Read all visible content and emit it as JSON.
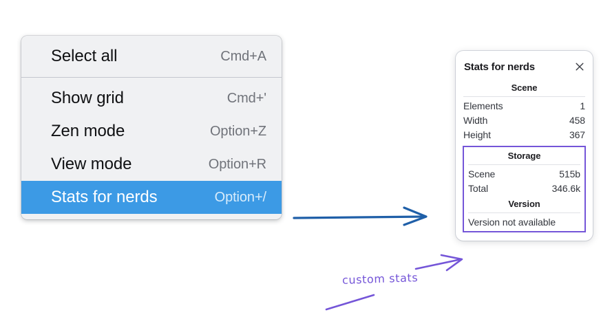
{
  "menu": {
    "groups": [
      {
        "items": [
          {
            "label": "Select all",
            "shortcut": "Cmd+A",
            "selected": false
          }
        ]
      },
      {
        "items": [
          {
            "label": "Show grid",
            "shortcut": "Cmd+'",
            "selected": false
          },
          {
            "label": "Zen mode",
            "shortcut": "Option+Z",
            "selected": false
          },
          {
            "label": "View mode",
            "shortcut": "Option+R",
            "selected": false
          },
          {
            "label": "Stats for nerds",
            "shortcut": "Option+/",
            "selected": true
          }
        ]
      }
    ]
  },
  "stats_panel": {
    "title": "Stats for nerds",
    "close_icon": "close-icon",
    "sections": [
      {
        "heading": "Scene",
        "rows": [
          {
            "key": "Elements",
            "value": "1"
          },
          {
            "key": "Width",
            "value": "458"
          },
          {
            "key": "Height",
            "value": "367"
          }
        ]
      },
      {
        "heading": "Storage",
        "rows": [
          {
            "key": "Scene",
            "value": "515b"
          },
          {
            "key": "Total",
            "value": "346.6k"
          }
        ]
      },
      {
        "heading": "Version",
        "note": "Version not available"
      }
    ]
  },
  "annotations": {
    "handwritten_label": "custom stats",
    "flow_arrow_color": "#1f5fa8",
    "highlight_color": "#7455d8",
    "menu_selection_color": "#3c9ae5"
  }
}
